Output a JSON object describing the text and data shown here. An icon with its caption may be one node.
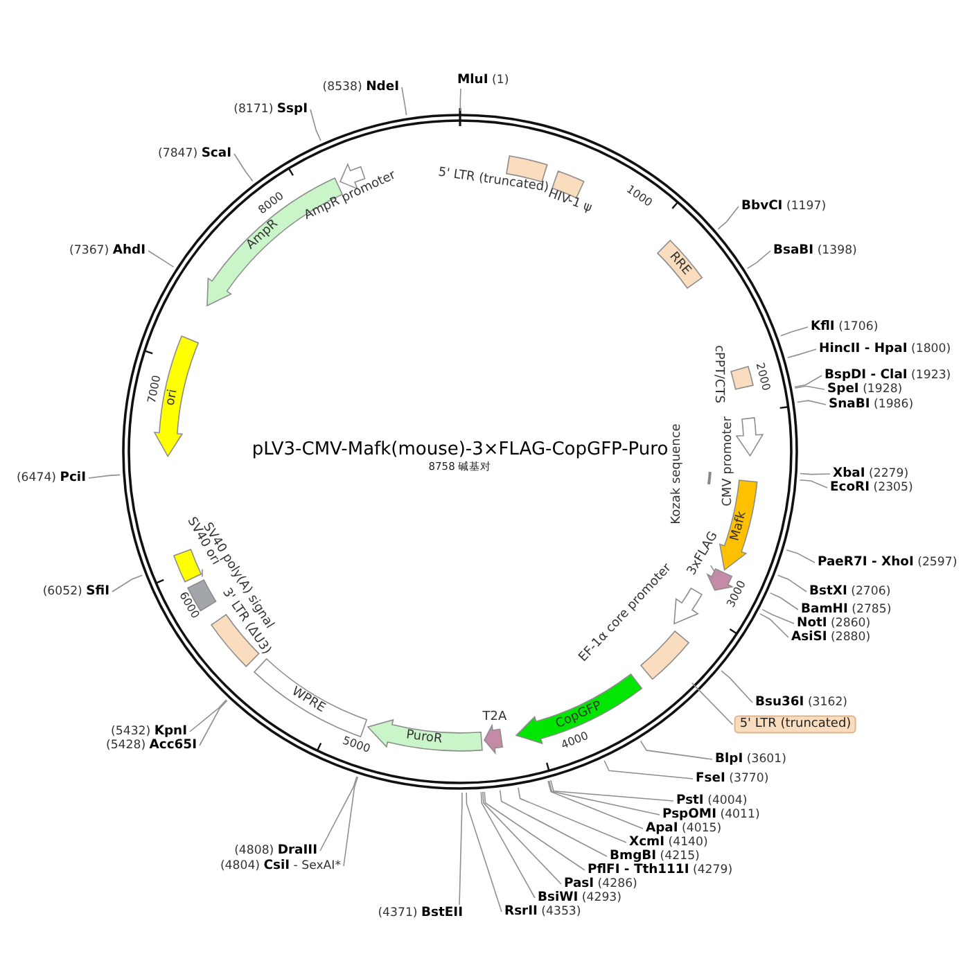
{
  "diagram": {
    "title": "pLV3-CMV-Mafk(mouse)-3×FLAG-CopGFP-Puro",
    "caption": "8758 碱基对",
    "nodes": [
      {
        "text": [
          "**MluI** (1)"
        ]
      },
      {
        "text": [
          "**BbvCI** (1197)"
        ]
      },
      {
        "text": [
          "**BsaBI** (1398)"
        ]
      },
      {
        "text": [
          "**KflI** (1706)"
        ]
      },
      {
        "text": [
          "**HincII - HpaI** (1800)"
        ]
      },
      {
        "text": [
          "**BspDI - ClaI** (1923)"
        ]
      },
      {
        "text": [
          "**SpeI** (1928)"
        ]
      },
      {
        "text": [
          "**SnaBI** (1986)"
        ]
      },
      {
        "text": [
          "**XbaI** (2279)"
        ]
      },
      {
        "text": [
          "**EcoRI** (2305)"
        ]
      },
      {
        "text": [
          "**PaeR7I - XhoI** (2597)"
        ]
      },
      {
        "text": [
          "**BstXI** (2706)"
        ]
      },
      {
        "text": [
          "**BamHI** (2785)"
        ]
      },
      {
        "text": [
          "**NotI** (2860)"
        ]
      },
      {
        "text": [
          "**AsiSI** (2880)"
        ]
      },
      {
        "text": [
          "**Bsu36I** (3162)"
        ]
      },
      {
        "text": [
          "**BlpI** (3601)"
        ]
      },
      {
        "text": [
          "**FseI** (3770)"
        ]
      },
      {
        "text": [
          "**PstI** (4004)"
        ]
      },
      {
        "text": [
          "**PspOMI** (4011)"
        ]
      },
      {
        "text": [
          "**ApaI** (4015)"
        ]
      },
      {
        "text": [
          "**XcmI** (4140)"
        ]
      },
      {
        "text": [
          "**BmgBI** (4215)"
        ]
      },
      {
        "text": [
          "**PflFI - Tth111I** (4279)"
        ]
      },
      {
        "text": [
          "**PasI** (4286)"
        ]
      },
      {
        "text": [
          "**BsiWI** (4293)"
        ]
      },
      {
        "text": [
          "**RsrII** (4353)"
        ]
      },
      {
        "text": [
          "(4371) **BstEII**"
        ]
      },
      {
        "text": [
          "(4804) **CsiI** - SexAI*"
        ]
      },
      {
        "text": [
          "(4808) **DraIII**"
        ]
      },
      {
        "text": [
          "(5428) **Acc65I**"
        ]
      },
      {
        "text": [
          "(5432) **KpnI**"
        ]
      },
      {
        "text": [
          "(6052) **SfiI**"
        ]
      },
      {
        "text": [
          "(6474) **PciI**"
        ]
      },
      {
        "text": [
          "(7367) **AhdI**"
        ]
      },
      {
        "text": [
          "(7847) **ScaI**"
        ]
      },
      {
        "text": [
          "(8171) **SspI**"
        ]
      },
      {
        "text": [
          "(8538) **NdeI**"
        ]
      },
      {
        "text": [
          "5' LTR (truncated)"
        ]
      },
      {
        "text": [],
        "shape": "box"
      },
      {
        "text": [
          "HIV-1 ψ"
        ]
      },
      {
        "text": [
          "RRE"
        ]
      },
      {
        "text": [
          "cPPT/CTS"
        ]
      },
      {
        "text": [
          "CMV promoter"
        ]
      },
      {
        "text": [
          "Kozak sequence"
        ]
      },
      {
        "text": [
          "Mafk"
        ]
      },
      {
        "text": [],
        "shape": "arrow"
      },
      {
        "text": [
          "3xFLAG"
        ]
      },
      {
        "text": [
          "EF-1α core promoter"
        ]
      },
      {
        "text": [],
        "shape": "box"
      },
      {
        "text": [
          "5' LTR (truncated)"
        ]
      },
      {
        "text": [
          "CopGFP"
        ]
      },
      {
        "text": [
          "T2A"
        ]
      },
      {
        "text": [
          "PuroR"
        ]
      },
      {
        "text": [
          "WPRE"
        ]
      },
      {
        "text": [
          "3' LTR (ΔU3)"
        ]
      },
      {
        "text": [],
        "shape": "box"
      },
      {
        "text": [
          "SV40 ori"
        ]
      },
      {
        "text": [
          "SV40 poly(A) signal"
        ]
      },
      {
        "text": [
          "ori"
        ]
      },
      {
        "text": [
          "AmpR"
        ]
      },
      {
        "text": [
          "AmpR promoter"
        ]
      }
    ],
    "edges": [
      {
        "from": 0,
        "to": null,
        "arrow": "none"
      },
      {
        "from": 1,
        "to": null,
        "arrow": "none"
      },
      {
        "from": 2,
        "to": null,
        "arrow": "none"
      },
      {
        "from": 3,
        "to": null,
        "arrow": "none"
      },
      {
        "from": 4,
        "to": null,
        "arrow": "none"
      },
      {
        "from": 5,
        "to": null,
        "arrow": "none"
      },
      {
        "from": 6,
        "to": null,
        "arrow": "none"
      },
      {
        "from": 7,
        "to": null,
        "arrow": "none"
      },
      {
        "from": 8,
        "to": null,
        "arrow": "none"
      },
      {
        "from": 9,
        "to": null,
        "arrow": "none"
      },
      {
        "from": 10,
        "to": null,
        "arrow": "none"
      },
      {
        "from": 11,
        "to": null,
        "arrow": "none"
      },
      {
        "from": 12,
        "to": null,
        "arrow": "none"
      },
      {
        "from": 13,
        "to": null,
        "arrow": "none"
      },
      {
        "from": 14,
        "to": null,
        "arrow": "none"
      },
      {
        "from": 15,
        "to": null,
        "arrow": "none"
      },
      {
        "from": 16,
        "to": null,
        "arrow": "none"
      },
      {
        "from": 17,
        "to": null,
        "arrow": "none"
      },
      {
        "from": 18,
        "to": null,
        "arrow": "none"
      },
      {
        "from": 19,
        "to": null,
        "arrow": "none"
      },
      {
        "from": 20,
        "to": null,
        "arrow": "none"
      },
      {
        "from": 21,
        "to": null,
        "arrow": "none"
      },
      {
        "from": 22,
        "to": null,
        "arrow": "none"
      },
      {
        "from": 23,
        "to": null,
        "arrow": "none"
      },
      {
        "from": 24,
        "to": null,
        "arrow": "none"
      },
      {
        "from": 25,
        "to": null,
        "arrow": "none"
      },
      {
        "from": 26,
        "to": null,
        "arrow": "none"
      },
      {
        "from": 27,
        "to": null,
        "arrow": "none"
      },
      {
        "from": 28,
        "to": null,
        "arrow": "none"
      },
      {
        "from": 29,
        "to": null,
        "arrow": "none"
      },
      {
        "from": 30,
        "to": null,
        "arrow": "none"
      },
      {
        "from": 31,
        "to": null,
        "arrow": "none"
      },
      {
        "from": 32,
        "to": null,
        "arrow": "none"
      },
      {
        "from": 33,
        "to": null,
        "arrow": "none"
      },
      {
        "from": 34,
        "to": null,
        "arrow": "none"
      },
      {
        "from": 35,
        "to": null,
        "arrow": "none"
      },
      {
        "from": 36,
        "to": null,
        "arrow": "none"
      },
      {
        "from": 37,
        "to": null,
        "arrow": "none"
      },
      {
        "from": 40,
        "to": 39,
        "arrow": "none"
      },
      {
        "from": 47,
        "to": 46,
        "arrow": "none"
      },
      {
        "from": 50,
        "to": 49,
        "arrow": "none"
      },
      {
        "from": 57,
        "to": 56,
        "arrow": "none"
      }
    ],
    "labels": [
      "1000",
      "2000",
      "3000",
      "4000",
      "5000",
      "6000",
      "7000",
      "8000"
    ]
  }
}
